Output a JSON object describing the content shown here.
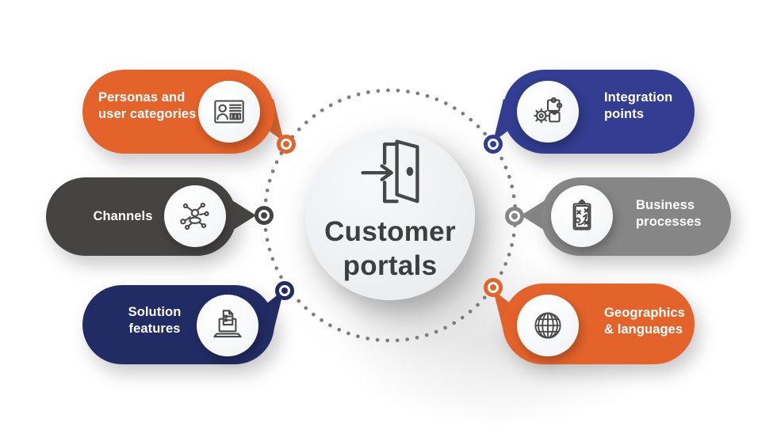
{
  "diagram": {
    "center": {
      "title": "Customer\nportals",
      "icon": "door-enter-icon"
    },
    "ring": {
      "color": "#7D7D7D"
    },
    "text_colors": {
      "bubble_label": "#FFFFFF",
      "center_title": "#3E3E3E"
    },
    "bubbles": [
      {
        "id": "personas",
        "label": "Personas and\nuser categories",
        "color": "#E4632A",
        "icon": "id-card-icon"
      },
      {
        "id": "channels",
        "label": "Channels",
        "color": "#454442",
        "icon": "network-hub-icon"
      },
      {
        "id": "solution",
        "label": "Solution\nfeatures",
        "color": "#222C64",
        "icon": "laptop-document-icon"
      },
      {
        "id": "integration",
        "label": "Integration\npoints",
        "color": "#333D91",
        "icon": "puzzle-gear-icon"
      },
      {
        "id": "business",
        "label": "Business\nprocesses",
        "color": "#868686",
        "icon": "strategy-clipboard-icon"
      },
      {
        "id": "geographics",
        "label": "Geographics\n& languages",
        "color": "#E4632A",
        "icon": "globe-icon"
      }
    ]
  }
}
